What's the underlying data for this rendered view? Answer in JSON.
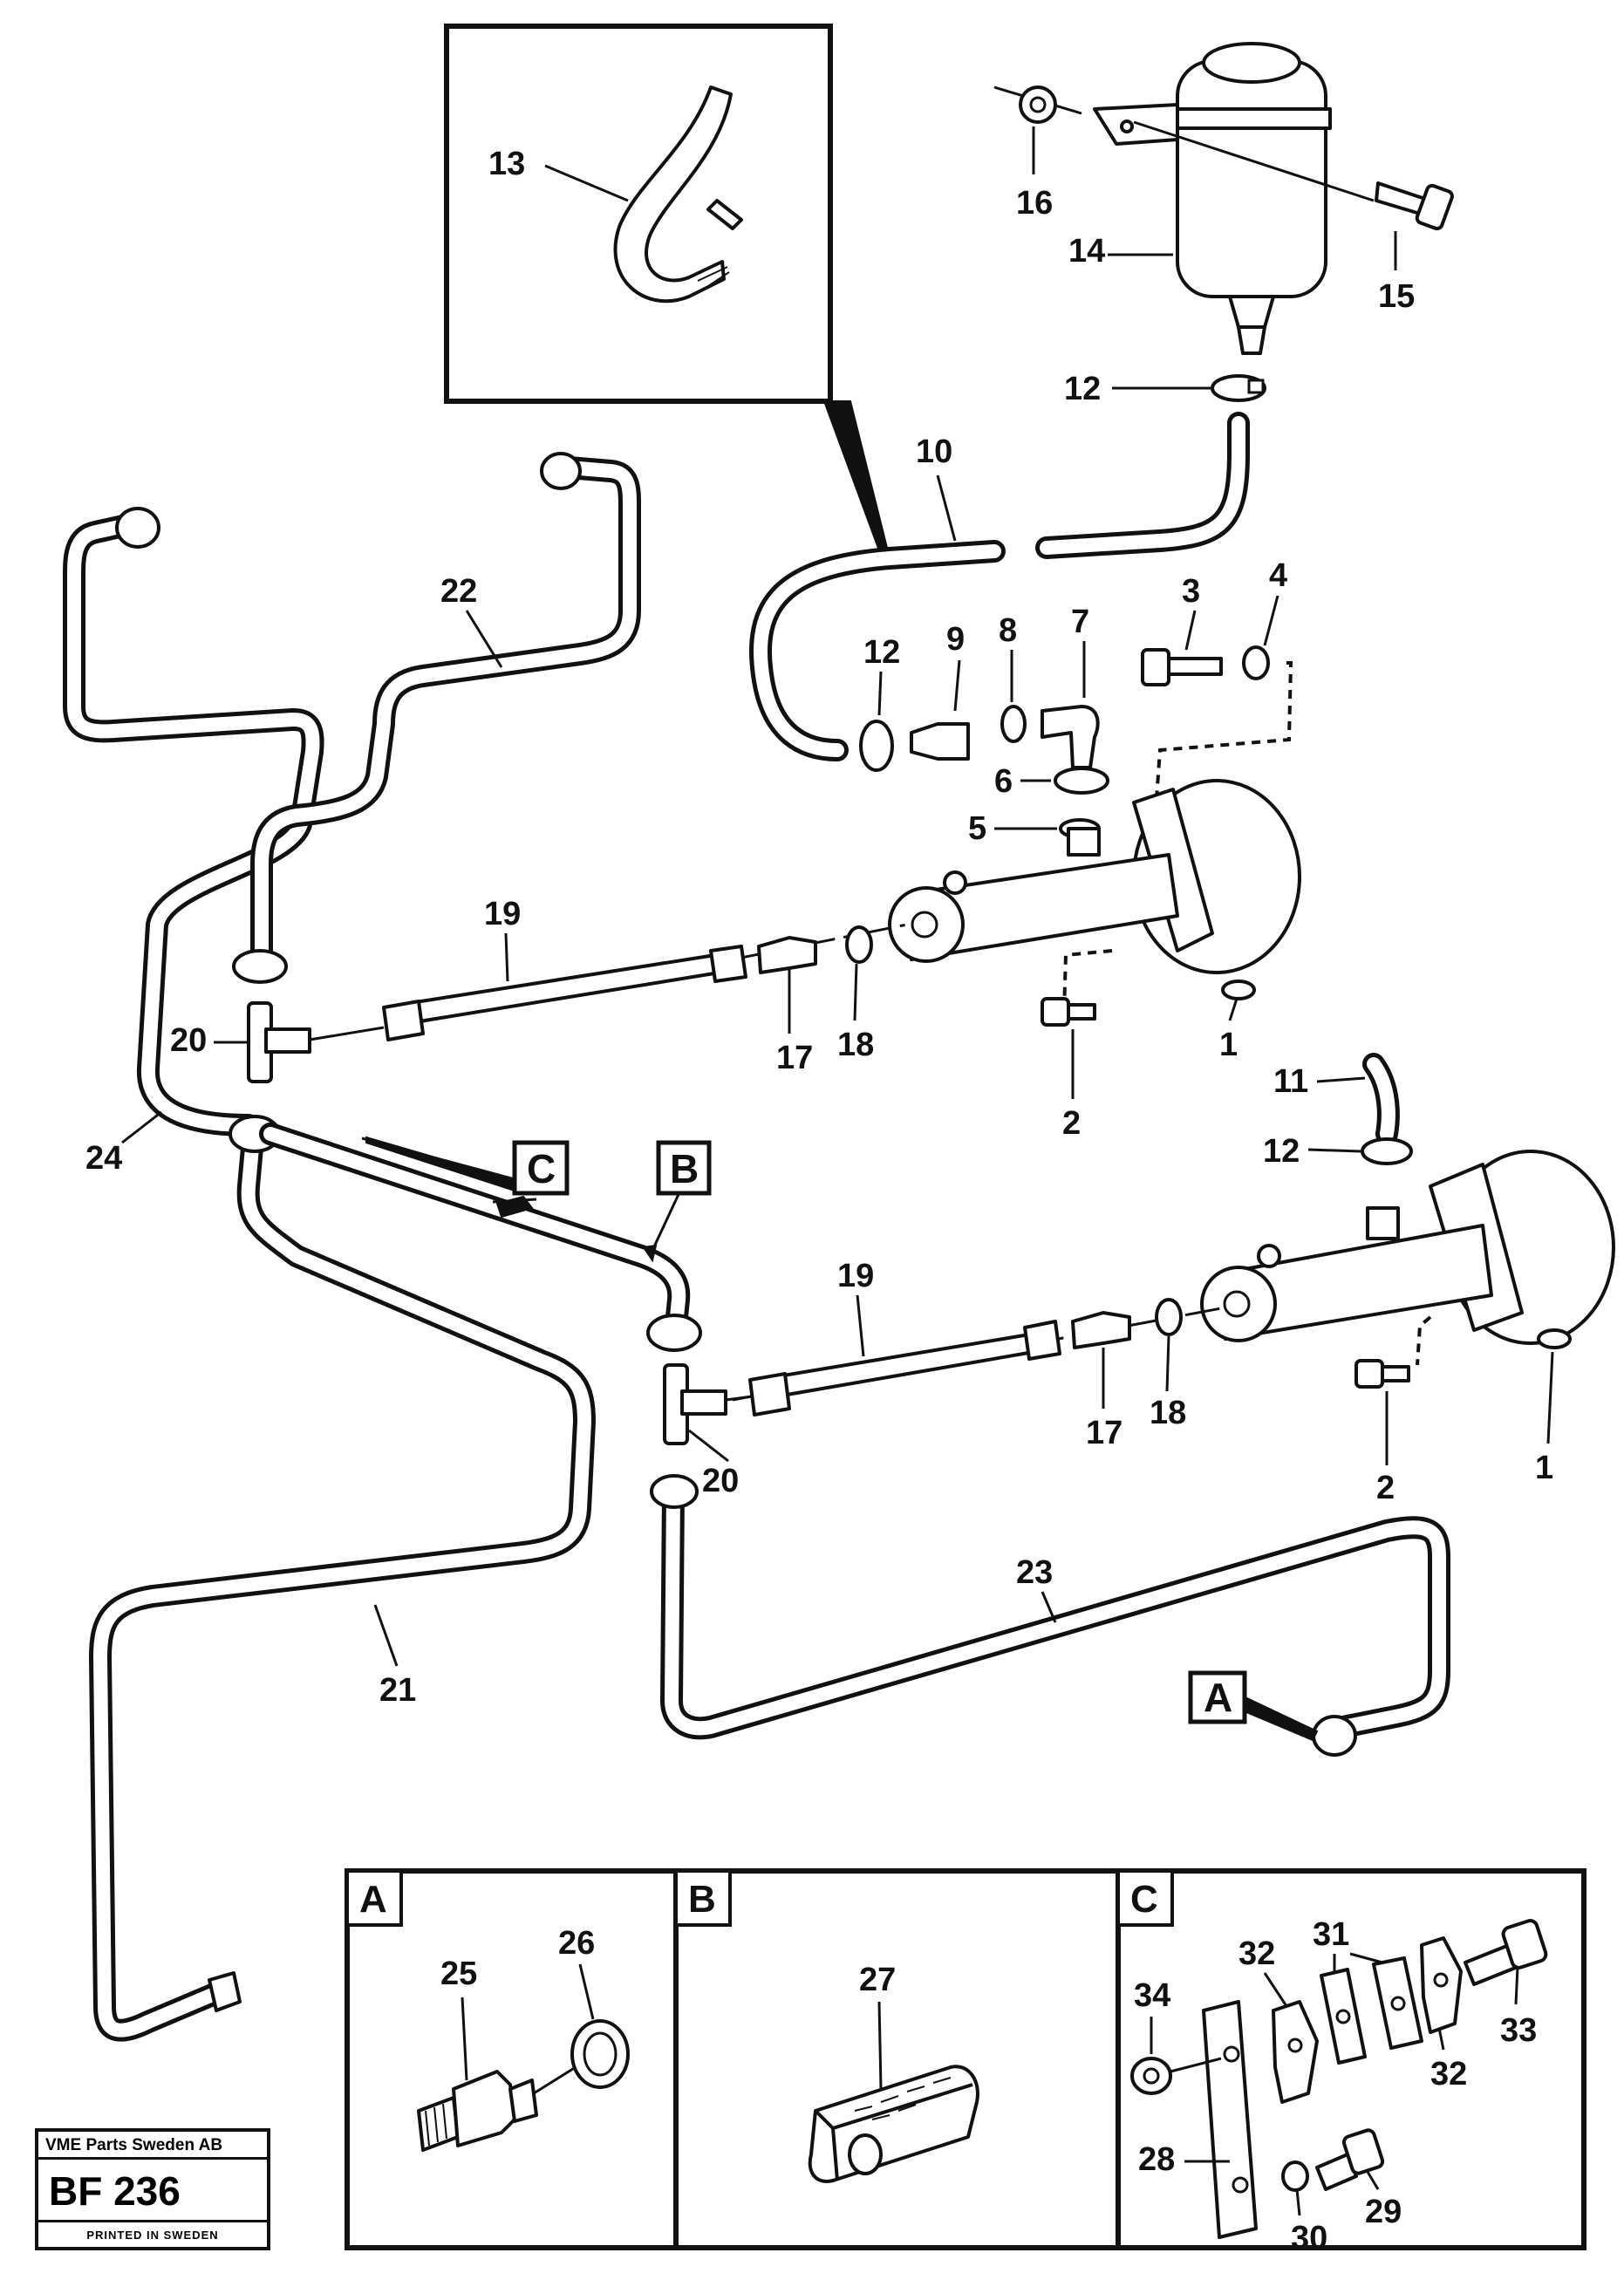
{
  "labels": {
    "p1": "1",
    "p2": "2",
    "p3": "3",
    "p4": "4",
    "p5": "5",
    "p6": "6",
    "p7": "7",
    "p8": "8",
    "p9": "9",
    "p10": "10",
    "p11": "11",
    "p12": "12",
    "p13": "13",
    "p14": "14",
    "p15": "15",
    "p16": "16",
    "p17": "17",
    "p18": "18",
    "p19": "19",
    "p20": "20",
    "p21": "21",
    "p22": "22",
    "p23": "23",
    "p24": "24",
    "p25": "25",
    "p26": "26",
    "p27": "27",
    "p28": "28",
    "p29": "29",
    "p30": "30",
    "p31": "31",
    "p32": "32",
    "p33": "33",
    "p34": "34"
  },
  "callouts": {
    "a": "A",
    "b": "B",
    "c": "C"
  },
  "title_block": {
    "company": "VME Parts Sweden AB",
    "code": "BF 236",
    "printed": "PRINTED IN SWEDEN"
  }
}
